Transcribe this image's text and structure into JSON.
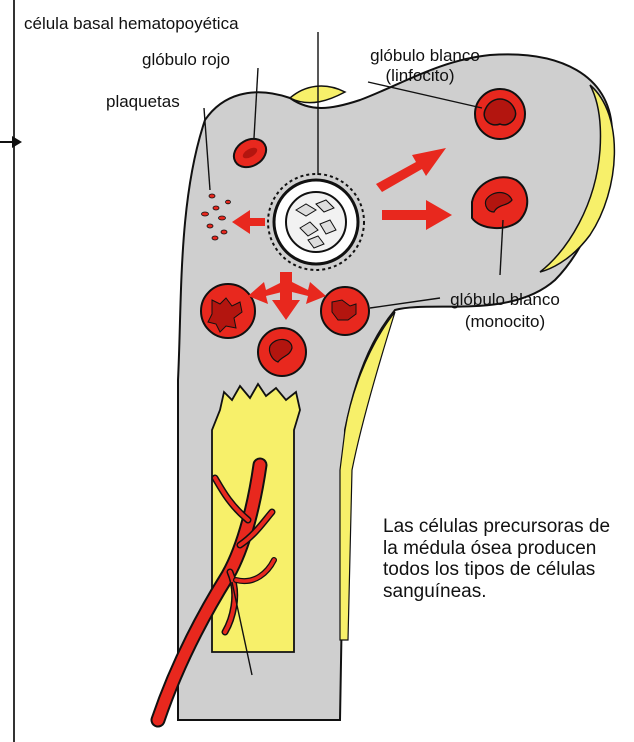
{
  "labels": {
    "stem_cell": "célula basal hematopoyética",
    "red_cell": "glóbulo rojo",
    "platelets": "plaquetas",
    "lymphocyte_line1": "glóbulo blanco",
    "lymphocyte_line2": "(linfocito)",
    "monocyte_line1": "glóbulo blanco",
    "monocyte_line2": "(monocito)"
  },
  "caption": "Las células precursoras de la médula ósea producen todos los tipos de células sanguíneas.",
  "colors": {
    "bone": "#cfcfcf",
    "marrow": "#f7f06a",
    "blood": "#e8281e",
    "outline": "#111111"
  }
}
